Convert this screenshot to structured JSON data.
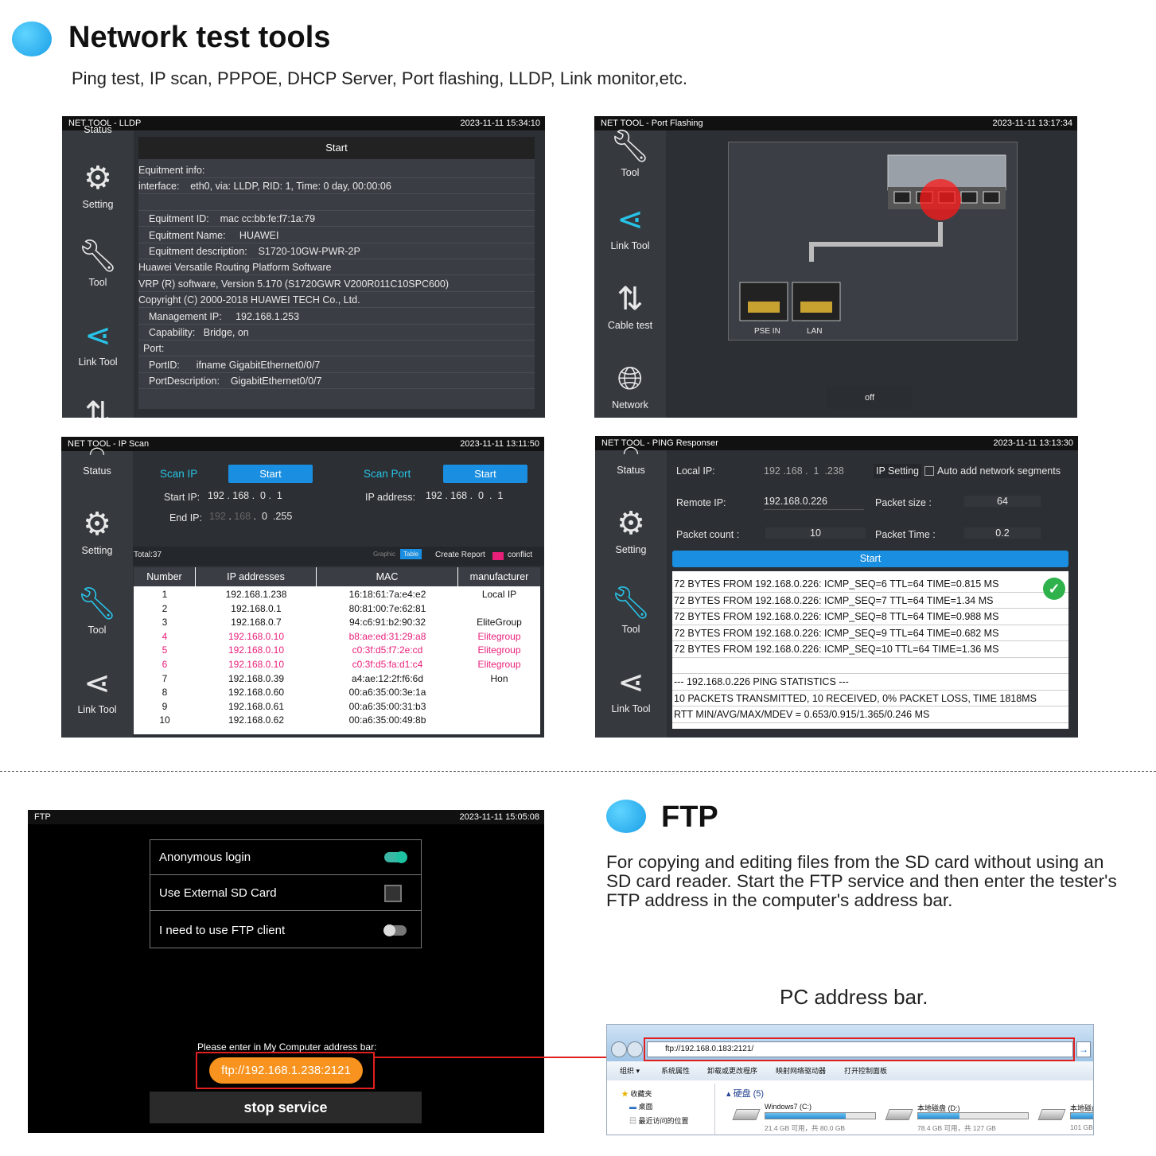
{
  "header": {
    "title": "Network test tools",
    "subtitle": "Ping test, IP scan, PPPOE, DHCP Server, Port flashing, LLDP, Link monitor,etc."
  },
  "lldp": {
    "title": "NET TOOL - LLDP",
    "status": "2023-11-11 15:34:10",
    "side": [
      "Status",
      "Setting",
      "Tool",
      "Link Tool"
    ],
    "start": "Start",
    "rows": [
      "Equitment info:",
      "interface:    eth0, via: LLDP, RID: 1, Time: 0 day, 00:00:06",
      "",
      "Equitment ID:    mac cc:bb:fe:f7:1a:79",
      "Equitment Name:     HUAWEI",
      "Equitment description:    S1720-10GW-PWR-2P",
      "Huawei Versatile Routing Platform Software",
      "VRP (R) software, Version 5.170 (S1720GWR V200R011C10SPC600)",
      "Copyright (C) 2000-2018 HUAWEI TECH Co., Ltd.",
      "Management IP:     192.168.1.253",
      "Capability:   Bridge, on",
      "Port:",
      "PortID:      ifname GigabitEthernet0/0/7",
      "PortDescription:    GigabitEthernet0/0/7"
    ]
  },
  "flash": {
    "title": "NET TOOL - Port Flashing",
    "status": "2023-11-11 13:17:34",
    "side": [
      "Tool",
      "Link Tool",
      "Cable test",
      "Network"
    ],
    "ports": [
      "PSE IN",
      "LAN"
    ],
    "state": "off"
  },
  "scan": {
    "title": "NET TOOL - IP Scan",
    "status": "2023-11-11 13:11:50",
    "side": [
      "Status",
      "Setting",
      "Tool",
      "Link Tool"
    ],
    "scan_ip": "Scan IP",
    "scan_port": "Scan Port",
    "start": "Start",
    "start_ip_label": "Start IP:",
    "end_ip_label": "End IP:",
    "ip_label": "IP address:",
    "start_ip": [
      "192",
      "168",
      "0",
      "1"
    ],
    "end_ip": [
      "192",
      "168",
      "0",
      ".255"
    ],
    "port_ip": [
      "192",
      "168",
      "0",
      "1"
    ],
    "total": "Total:37",
    "graphic": "Graphic",
    "table": "Table",
    "report": "Create Report",
    "conflict": "conflict",
    "headers": [
      "Number",
      "IP addresses",
      "MAC",
      "manufacturer"
    ],
    "rows": [
      [
        "1",
        "192.168.1.238",
        "16:18:61:7a:e4:e2",
        "Local IP",
        0
      ],
      [
        "2",
        "192.168.0.1",
        "80:81:00:7e:62:81",
        "",
        0
      ],
      [
        "3",
        "192.168.0.7",
        "94:c6:91:b2:90:32",
        "EliteGroup",
        0
      ],
      [
        "4",
        "192.168.0.10",
        "b8:ae:ed:31:29:a8",
        "Elitegroup",
        1
      ],
      [
        "5",
        "192.168.0.10",
        "c0:3f:d5:f7:2e:cd",
        "Elitegroup",
        1
      ],
      [
        "6",
        "192.168.0.10",
        "c0:3f:d5:fa:d1:c4",
        "Elitegroup",
        1
      ],
      [
        "7",
        "192.168.0.39",
        "a4:ae:12:2f:f6:6d",
        "Hon",
        0
      ],
      [
        "8",
        "192.168.0.60",
        "00:a6:35:00:3e:1a",
        "",
        0
      ],
      [
        "9",
        "192.168.0.61",
        "00:a6:35:00:31:b3",
        "",
        0
      ],
      [
        "10",
        "192.168.0.62",
        "00:a6:35:00:49:8b",
        "",
        0
      ]
    ]
  },
  "ping": {
    "title": "NET TOOL - PING Responser",
    "status": "2023-11-11 13:13:30",
    "side": [
      "Status",
      "Setting",
      "Tool",
      "Link Tool"
    ],
    "local_label": "Local IP:",
    "local_ip": "192 .168 .  1  .238",
    "ip_setting": "IP Setting",
    "auto": "Auto add network segments",
    "remote_label": "Remote IP:",
    "remote_ip": "192.168.0.226",
    "size_label": "Packet size :",
    "size": "64",
    "count_label": "Packet count :",
    "count": "10",
    "time_label": "Packet Time :",
    "time": "0.2",
    "start": "Start",
    "lines": [
      "72 BYTES FROM 192.168.0.226: ICMP_SEQ=6 TTL=64 TIME=0.815 MS",
      "72 BYTES FROM 192.168.0.226: ICMP_SEQ=7 TTL=64 TIME=1.34 MS",
      "72 BYTES FROM 192.168.0.226: ICMP_SEQ=8 TTL=64 TIME=0.988 MS",
      "72 BYTES FROM 192.168.0.226: ICMP_SEQ=9 TTL=64 TIME=0.682 MS",
      "72 BYTES FROM 192.168.0.226: ICMP_SEQ=10 TTL=64 TIME=1.36 MS",
      "",
      "--- 192.168.0.226 PING STATISTICS ---",
      "10 PACKETS TRANSMITTED, 10 RECEIVED, 0% PACKET LOSS, TIME 1818MS",
      "RTT MIN/AVG/MAX/MDEV = 0.653/0.915/1.365/0.246 MS"
    ]
  },
  "ftp": {
    "title": "FTP",
    "status": "2023-11-11 15:05:08",
    "opt1": "Anonymous login",
    "opt2": "Use External SD Card",
    "opt3": "I need to use FTP client",
    "prompt": "Please enter in  My Computer address bar:",
    "address": "ftp://192.168.1.238:2121",
    "stop": "stop service",
    "heading": "FTP",
    "desc": "For copying and editing files from the SD card without using an SD card reader. Start the FTP service and then enter the tester's FTP address in the computer's address bar.",
    "pc_label": "PC address bar."
  },
  "explorer": {
    "url": "ftp://192.168.0.183:2121/",
    "menu": [
      "组织 ▾",
      "系统属性",
      "卸载或更改程序",
      "映射网络驱动器",
      "打开控制面板"
    ],
    "fav": [
      "收藏夹",
      "桌面",
      "最近访问的位置"
    ],
    "disks_label": "硬盘 (5)",
    "disks": [
      {
        "name": "Windows7 (C:)",
        "info": "21.4 GB 可用，共 80.0 GB",
        "fill": 0.73
      },
      {
        "name": "本地磁盘 (D:)",
        "info": "78.4 GB 可用，共 127 GB",
        "fill": 0.38
      },
      {
        "name": "本地磁盘",
        "info": "101 GB",
        "fill": 0.3
      }
    ]
  },
  "colors": {
    "accent": "#1a8ee0",
    "orange": "#f7931e",
    "highlight": "#e8207a",
    "frame_red": "#e02020"
  }
}
